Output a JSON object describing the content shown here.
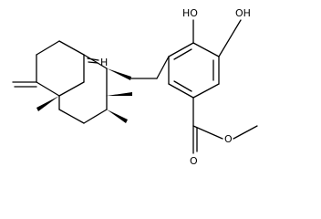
{
  "diagram": {
    "type": "chemical-structure",
    "atom_labels": {
      "hydroxyl_1": "HO",
      "hydroxyl_2": "OH",
      "ring_junction_h": "H",
      "carbonyl_o": "O",
      "ester_o": "O"
    },
    "colors": {
      "bond": "#000000",
      "label": "#000000",
      "background": "#ffffff"
    }
  }
}
